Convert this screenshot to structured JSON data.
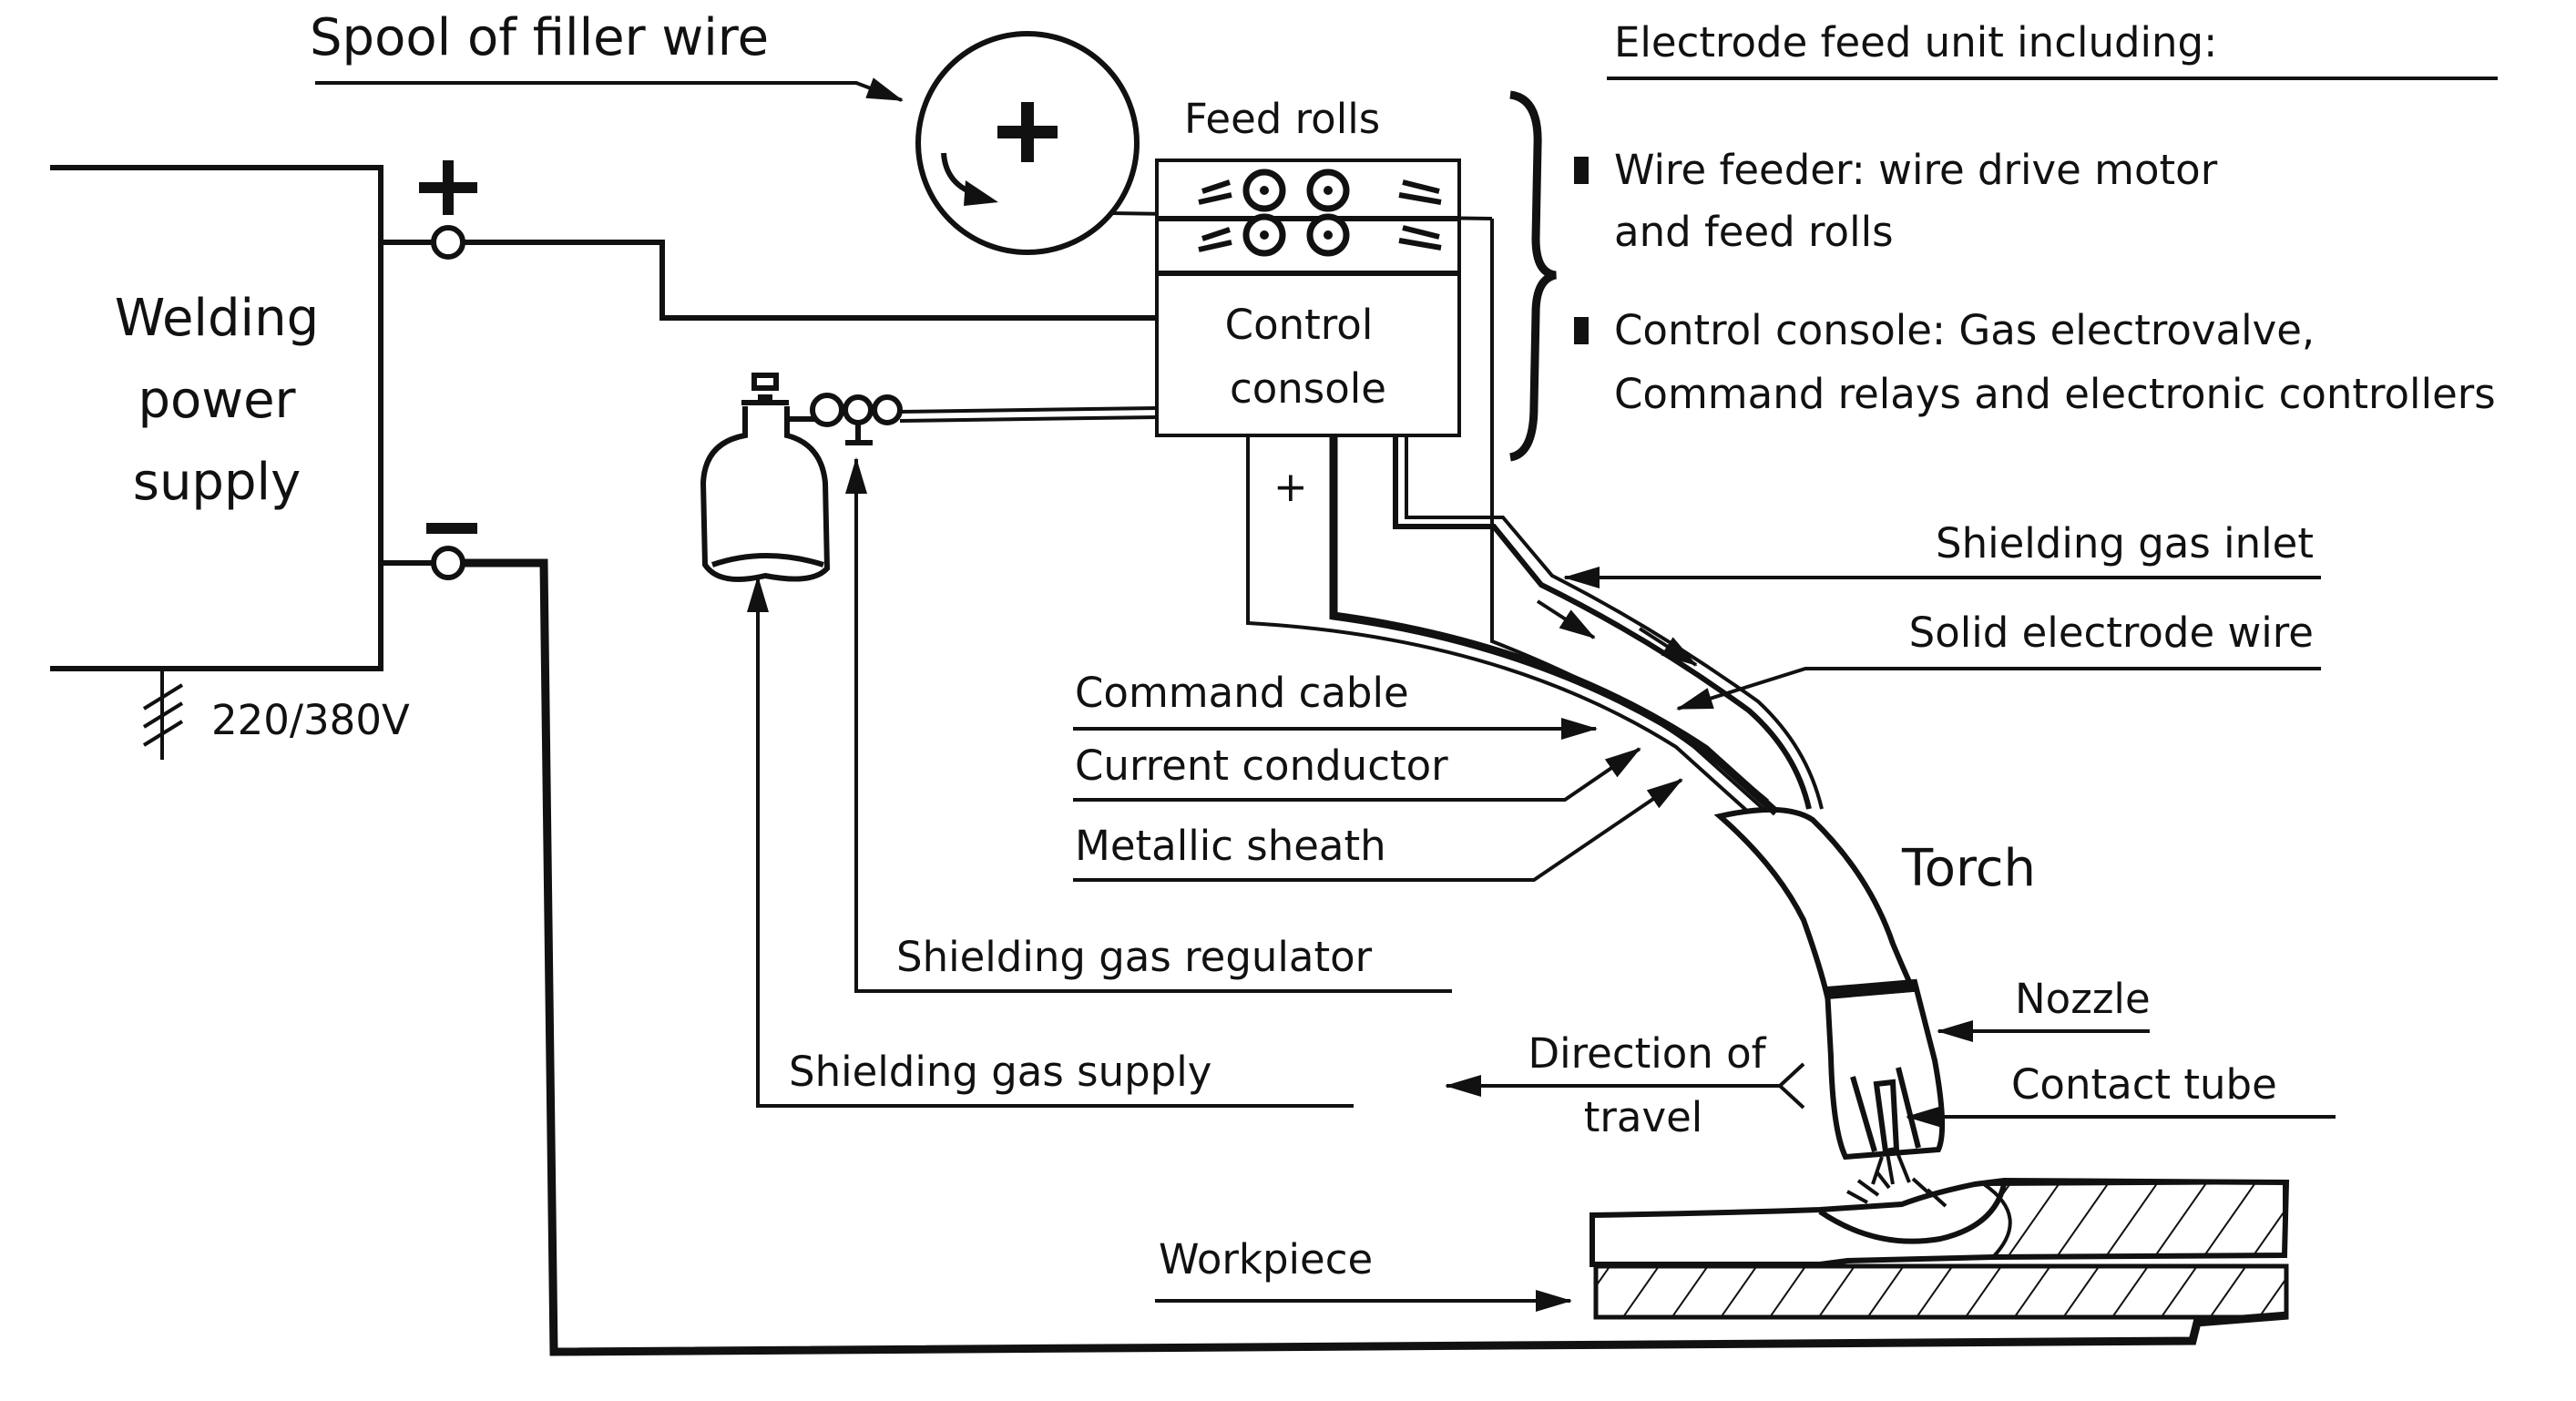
{
  "labels": {
    "spool": "Spool of filler wire",
    "feed_unit_heading": "Electrode feed unit including:",
    "feed_rolls": "Feed rolls",
    "wire_feeder_line1": "Wire feeder: wire drive motor",
    "wire_feeder_line2": "and feed rolls",
    "console_desc_line1": "Control console: Gas electrovalve,",
    "console_desc_line2": "Command relays and electronic controllers",
    "power_supply_line1": "Welding",
    "power_supply_line2": "power",
    "power_supply_line3": "supply",
    "voltage": "220/380V",
    "control_console_line1": "Control",
    "control_console_line2": "console",
    "shielding_gas_inlet": "Shielding gas inlet",
    "solid_electrode_wire": "Solid electrode wire",
    "command_cable": "Command cable",
    "current_conductor": "Current conductor",
    "metallic_sheath": "Metallic sheath",
    "torch": "Torch",
    "shielding_gas_regulator": "Shielding gas regulator",
    "shielding_gas_supply": "Shielding gas supply",
    "nozzle": "Nozzle",
    "direction_line1": "Direction of",
    "direction_line2": "travel",
    "contact_tube": "Contact tube",
    "workpiece": "Workpiece"
  },
  "symbols": {
    "plus": "+",
    "minus": "−",
    "bullet": "▮"
  }
}
